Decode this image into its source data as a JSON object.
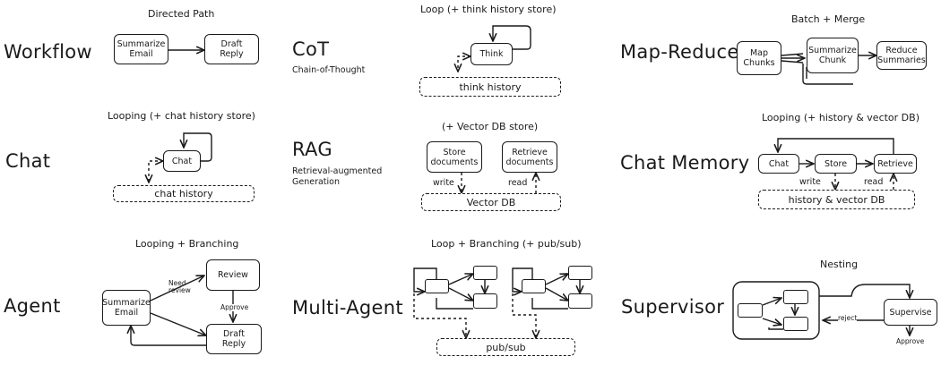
{
  "patterns": {
    "workflow": {
      "label": "Workflow",
      "caption": "Directed Path",
      "nodes": [
        "Summarize\nEmail",
        "Draft\nReply"
      ]
    },
    "cot": {
      "label": "CoT",
      "subtitle": "Chain-of-Thought",
      "caption": "Loop (+ think history store)",
      "node": "Think",
      "store": "think history"
    },
    "map_reduce": {
      "label": "Map-Reduce",
      "caption": "Batch + Merge",
      "nodes": [
        "Map\nChunks",
        "Summarize\nChunk",
        "Reduce\nSummaries"
      ]
    },
    "chat": {
      "label": "Chat",
      "caption": "Looping (+ chat history store)",
      "node": "Chat",
      "store": "chat history"
    },
    "rag": {
      "label": "RAG",
      "subtitle": "Retrieval-augmented\nGeneration",
      "caption": "(+ Vector DB store)",
      "nodes": [
        "Store\ndocuments",
        "Retrieve\ndocuments"
      ],
      "store": "Vector DB",
      "write_label": "write",
      "read_label": "read"
    },
    "chat_memory": {
      "label": "Chat Memory",
      "caption": "Looping (+ history & vector DB)",
      "nodes": [
        "Chat",
        "Store",
        "Retrieve"
      ],
      "store": "history & vector DB",
      "write_label": "write",
      "read_label": "read"
    },
    "agent": {
      "label": "Agent",
      "caption": "Looping + Branching",
      "nodes": [
        "Summarize\nEmail",
        "Review",
        "Draft\nReply"
      ],
      "need_review": "Need\nreview",
      "approve": "Approve"
    },
    "multi_agent": {
      "label": "Multi-Agent",
      "caption": "Loop + Branching (+ pub/sub)",
      "store": "pub/sub"
    },
    "supervisor": {
      "label": "Supervisor",
      "caption": "Nesting",
      "node": "Supervise",
      "reject": "reject",
      "approve": "Approve"
    }
  }
}
